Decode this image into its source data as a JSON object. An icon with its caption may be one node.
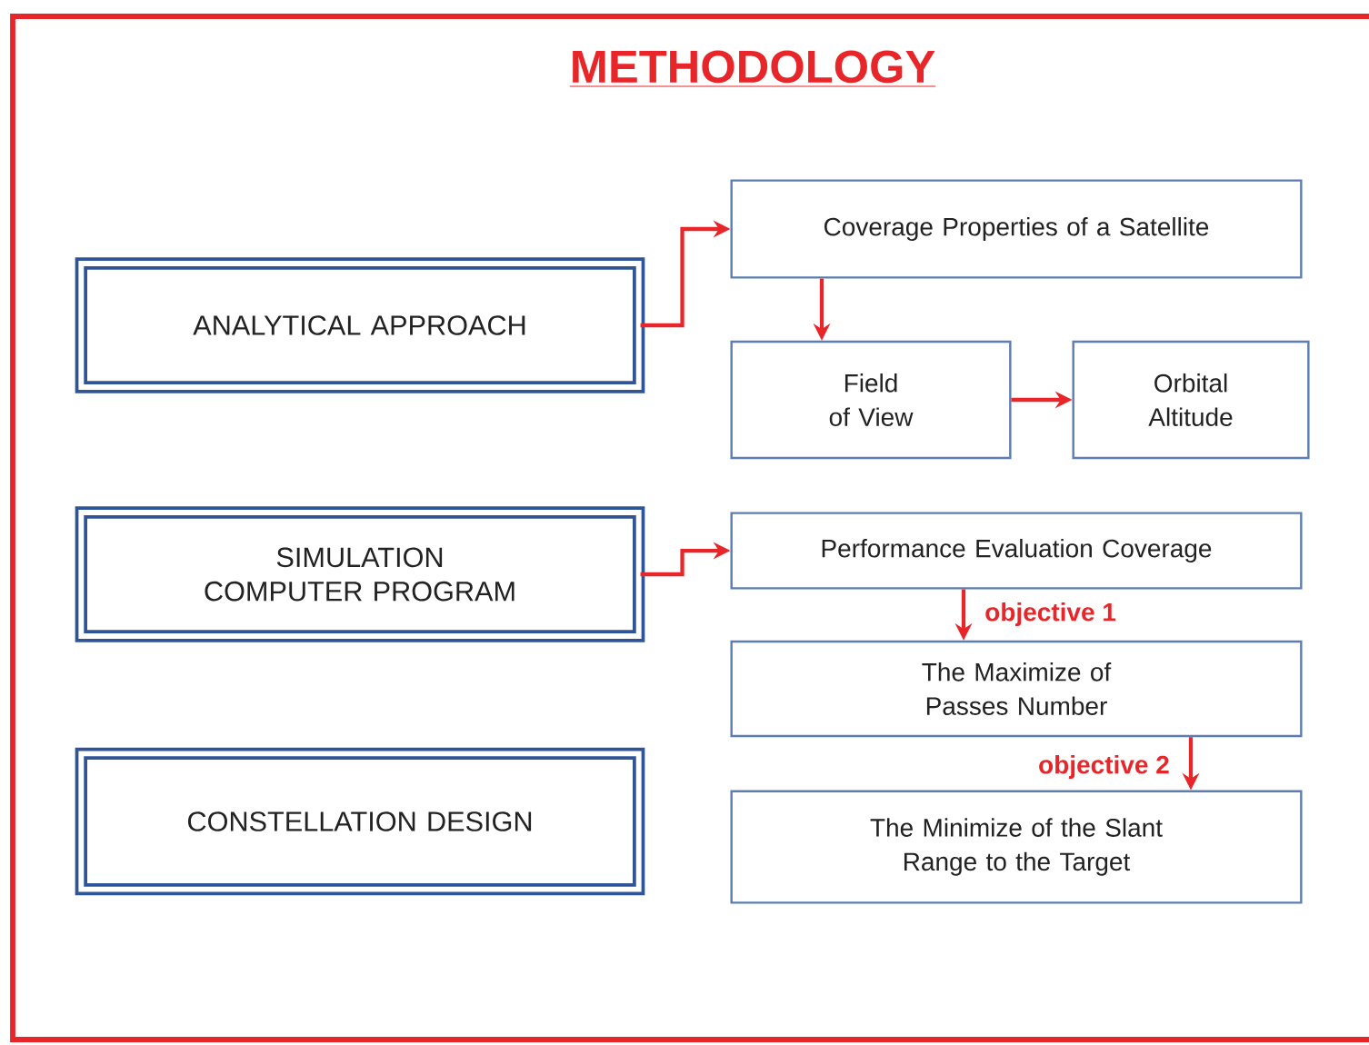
{
  "diagram": {
    "title": "METHODOLOGY",
    "nodes": [
      {
        "text": [
          "ANALYTICAL APPROACH"
        ]
      },
      {
        "text": [
          "Coverage Properties of a Satellite"
        ]
      },
      {
        "text": [
          "Field of View"
        ]
      },
      {
        "text": [
          "Orbital Altitude"
        ]
      },
      {
        "text": [
          "SIMULATION COMPUTER PROGRAM"
        ]
      },
      {
        "text": [
          "Performance Evaluation Coverage"
        ]
      },
      {
        "text": [
          "The Maximize of Passes Number"
        ]
      },
      {
        "text": [
          "The Minimize of the Slant Range to the Target"
        ]
      },
      {
        "text": [
          "CONSTELLATION DESIGN"
        ]
      }
    ],
    "edges": [
      {
        "from": 0,
        "to": 1,
        "arrow": "to"
      },
      {
        "from": 1,
        "to": 2,
        "arrow": "to"
      },
      {
        "from": 2,
        "to": 3,
        "arrow": "to"
      },
      {
        "from": 4,
        "to": 5,
        "arrow": "to"
      },
      {
        "from": 5,
        "to": 6,
        "arrow": "to",
        "label": "objective 1"
      },
      {
        "from": 6,
        "to": 7,
        "arrow": "to",
        "label": "objective 2"
      }
    ]
  }
}
